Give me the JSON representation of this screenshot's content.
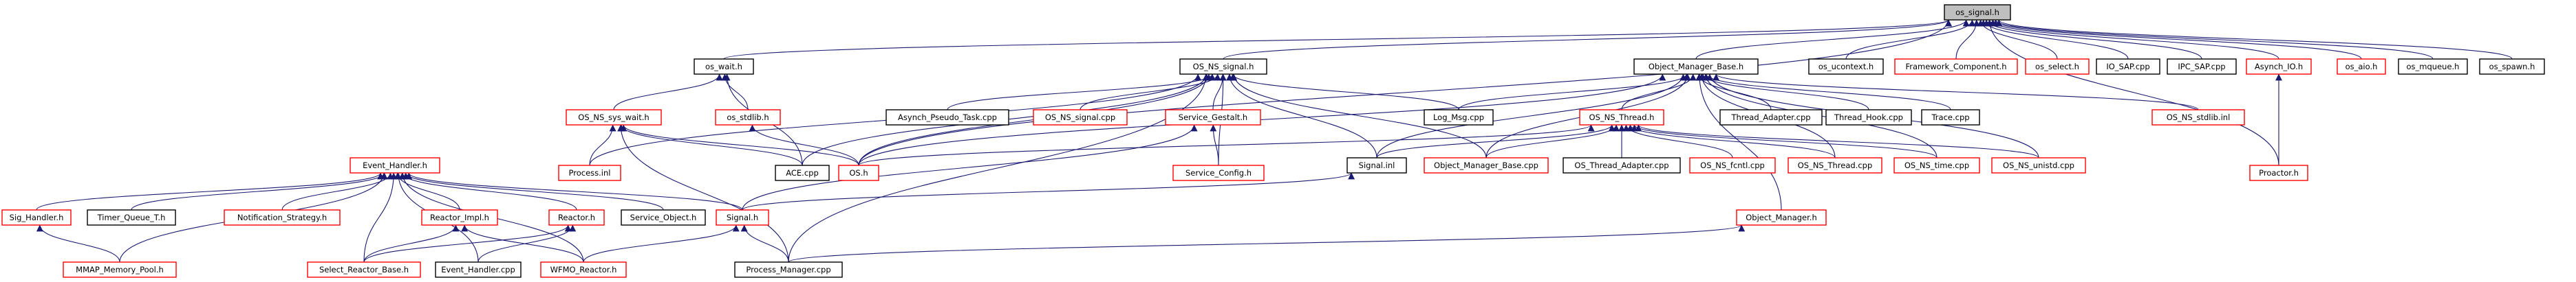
{
  "title": "os_signal.h",
  "colors": {
    "edge": "#191970",
    "root_fill": "#bfbfbf",
    "border_black": "#000000",
    "border_red": "#ff0000",
    "background": "#ffffff"
  },
  "nodes": [
    {
      "id": "os_signal_h",
      "label": "os_signal.h",
      "kind": "root"
    },
    {
      "id": "os_wait_h",
      "label": "os_wait.h",
      "kind": "black"
    },
    {
      "id": "OS_NS_signal_h",
      "label": "OS_NS_signal.h",
      "kind": "black"
    },
    {
      "id": "Object_Manager_Base_h",
      "label": "Object_Manager_Base.h",
      "kind": "black"
    },
    {
      "id": "os_ucontext_h",
      "label": "os_ucontext.h",
      "kind": "black"
    },
    {
      "id": "Framework_Component_h",
      "label": "Framework_Component.h",
      "kind": "red"
    },
    {
      "id": "os_select_h",
      "label": "os_select.h",
      "kind": "red"
    },
    {
      "id": "IO_SAP_cpp",
      "label": "IO_SAP.cpp",
      "kind": "black"
    },
    {
      "id": "IPC_SAP_cpp",
      "label": "IPC_SAP.cpp",
      "kind": "black"
    },
    {
      "id": "Asynch_IO_h",
      "label": "Asynch_IO.h",
      "kind": "red"
    },
    {
      "id": "os_aio_h",
      "label": "os_aio.h",
      "kind": "red"
    },
    {
      "id": "os_mqueue_h",
      "label": "os_mqueue.h",
      "kind": "black"
    },
    {
      "id": "os_spawn_h",
      "label": "os_spawn.h",
      "kind": "black"
    },
    {
      "id": "OS_NS_sys_wait_h",
      "label": "OS_NS_sys_wait.h",
      "kind": "red"
    },
    {
      "id": "os_stdlib_h",
      "label": "os_stdlib.h",
      "kind": "red"
    },
    {
      "id": "Asynch_Pseudo_Task_cpp",
      "label": "Asynch_Pseudo_Task.cpp",
      "kind": "black"
    },
    {
      "id": "OS_NS_signal_cpp",
      "label": "OS_NS_signal.cpp",
      "kind": "red"
    },
    {
      "id": "Service_Gestalt_h",
      "label": "Service_Gestalt.h",
      "kind": "red"
    },
    {
      "id": "Log_Msg_cpp",
      "label": "Log_Msg.cpp",
      "kind": "black"
    },
    {
      "id": "OS_NS_Thread_h",
      "label": "OS_NS_Thread.h",
      "kind": "red"
    },
    {
      "id": "Thread_Adapter_cpp",
      "label": "Thread_Adapter.cpp",
      "kind": "black"
    },
    {
      "id": "Thread_Hook_cpp",
      "label": "Thread_Hook.cpp",
      "kind": "black"
    },
    {
      "id": "Trace_cpp",
      "label": "Trace.cpp",
      "kind": "black"
    },
    {
      "id": "OS_NS_stdlib_inl",
      "label": "OS_NS_stdlib.inl",
      "kind": "red"
    },
    {
      "id": "Proactor_h",
      "label": "Proactor.h",
      "kind": "red"
    },
    {
      "id": "Process_inl",
      "label": "Process.inl",
      "kind": "red"
    },
    {
      "id": "ACE_cpp",
      "label": "ACE.cpp",
      "kind": "black"
    },
    {
      "id": "OS_h",
      "label": "OS.h",
      "kind": "red"
    },
    {
      "id": "Service_Config_h",
      "label": "Service_Config.h",
      "kind": "red"
    },
    {
      "id": "Signal_inl",
      "label": "Signal.inl",
      "kind": "black"
    },
    {
      "id": "Object_Manager_Base_cpp",
      "label": "Object_Manager_Base.cpp",
      "kind": "red"
    },
    {
      "id": "OS_Thread_Adapter_cpp",
      "label": "OS_Thread_Adapter.cpp",
      "kind": "black"
    },
    {
      "id": "OS_NS_fcntl_cpp",
      "label": "OS_NS_fcntl.cpp",
      "kind": "red"
    },
    {
      "id": "OS_NS_Thread_cpp",
      "label": "OS_NS_Thread.cpp",
      "kind": "red"
    },
    {
      "id": "OS_NS_time_cpp",
      "label": "OS_NS_time.cpp",
      "kind": "red"
    },
    {
      "id": "OS_NS_unistd_cpp",
      "label": "OS_NS_unistd.cpp",
      "kind": "red"
    },
    {
      "id": "Event_Handler_h",
      "label": "Event_Handler.h",
      "kind": "red"
    },
    {
      "id": "Sig_Handler_h",
      "label": "Sig_Handler.h",
      "kind": "red"
    },
    {
      "id": "Timer_Queue_T_h",
      "label": "Timer_Queue_T.h",
      "kind": "black"
    },
    {
      "id": "Notification_Strategy_h",
      "label": "Notification_Strategy.h",
      "kind": "red"
    },
    {
      "id": "Reactor_Impl_h",
      "label": "Reactor_Impl.h",
      "kind": "red"
    },
    {
      "id": "Reactor_h",
      "label": "Reactor.h",
      "kind": "red"
    },
    {
      "id": "Service_Object_h",
      "label": "Service_Object.h",
      "kind": "black"
    },
    {
      "id": "Signal_h",
      "label": "Signal.h",
      "kind": "red"
    },
    {
      "id": "Object_Manager_h",
      "label": "Object_Manager.h",
      "kind": "red"
    },
    {
      "id": "MMAP_Memory_Pool_h",
      "label": "MMAP_Memory_Pool.h",
      "kind": "red"
    },
    {
      "id": "Select_Reactor_Base_h",
      "label": "Select_Reactor_Base.h",
      "kind": "red"
    },
    {
      "id": "Event_Handler_cpp",
      "label": "Event_Handler.cpp",
      "kind": "black"
    },
    {
      "id": "WFMO_Reactor_h",
      "label": "WFMO_Reactor.h",
      "kind": "red"
    },
    {
      "id": "Process_Manager_cpp",
      "label": "Process_Manager.cpp",
      "kind": "black"
    }
  ],
  "edges": [
    [
      "os_wait_h",
      "os_signal_h"
    ],
    [
      "OS_NS_signal_h",
      "os_signal_h"
    ],
    [
      "Object_Manager_Base_h",
      "os_signal_h"
    ],
    [
      "os_ucontext_h",
      "os_signal_h"
    ],
    [
      "Framework_Component_h",
      "os_signal_h"
    ],
    [
      "os_select_h",
      "os_signal_h"
    ],
    [
      "IO_SAP_cpp",
      "os_signal_h"
    ],
    [
      "IPC_SAP_cpp",
      "os_signal_h"
    ],
    [
      "Asynch_IO_h",
      "os_signal_h"
    ],
    [
      "os_aio_h",
      "os_signal_h"
    ],
    [
      "os_mqueue_h",
      "os_signal_h"
    ],
    [
      "os_spawn_h",
      "os_signal_h"
    ],
    [
      "OS_h",
      "os_signal_h"
    ],
    [
      "Proactor_h",
      "os_signal_h"
    ],
    [
      "OS_NS_sys_wait_h",
      "os_wait_h"
    ],
    [
      "os_stdlib_h",
      "os_wait_h"
    ],
    [
      "ACE_cpp",
      "os_wait_h"
    ],
    [
      "ACE_cpp",
      "OS_NS_signal_h"
    ],
    [
      "Asynch_Pseudo_Task_cpp",
      "OS_NS_signal_h"
    ],
    [
      "OS_NS_signal_cpp",
      "OS_NS_signal_h"
    ],
    [
      "Service_Gestalt_h",
      "OS_NS_signal_h"
    ],
    [
      "Log_Msg_cpp",
      "OS_NS_signal_h"
    ],
    [
      "OS_h",
      "OS_NS_signal_h"
    ],
    [
      "Signal_inl",
      "OS_NS_signal_h"
    ],
    [
      "Object_Manager_Base_cpp",
      "OS_NS_signal_h"
    ],
    [
      "Process_Manager_cpp",
      "OS_NS_signal_h"
    ],
    [
      "Service_Config_h",
      "OS_NS_signal_h"
    ],
    [
      "Process_inl",
      "OS_NS_signal_h"
    ],
    [
      "OS_NS_Thread_h",
      "Object_Manager_Base_h"
    ],
    [
      "Thread_Adapter_cpp",
      "Object_Manager_Base_h"
    ],
    [
      "Thread_Hook_cpp",
      "Object_Manager_Base_h"
    ],
    [
      "Trace_cpp",
      "Object_Manager_Base_h"
    ],
    [
      "OS_NS_stdlib_inl",
      "Object_Manager_Base_h"
    ],
    [
      "Log_Msg_cpp",
      "Object_Manager_Base_h"
    ],
    [
      "OS_h",
      "Object_Manager_Base_h"
    ],
    [
      "Object_Manager_Base_cpp",
      "Object_Manager_Base_h"
    ],
    [
      "OS_NS_Thread_cpp",
      "Object_Manager_Base_h"
    ],
    [
      "OS_NS_time_cpp",
      "Object_Manager_Base_h"
    ],
    [
      "OS_NS_unistd_cpp",
      "Object_Manager_Base_h"
    ],
    [
      "Object_Manager_h",
      "Object_Manager_Base_h"
    ],
    [
      "Signal_inl",
      "Object_Manager_Base_h"
    ],
    [
      "Proactor_h",
      "Asynch_IO_h"
    ],
    [
      "Process_inl",
      "OS_NS_sys_wait_h"
    ],
    [
      "ACE_cpp",
      "OS_NS_sys_wait_h"
    ],
    [
      "OS_h",
      "OS_NS_sys_wait_h"
    ],
    [
      "Process_Manager_cpp",
      "OS_NS_sys_wait_h"
    ],
    [
      "OS_h",
      "os_stdlib_h"
    ],
    [
      "Service_Config_h",
      "Service_Gestalt_h"
    ],
    [
      "Signal_h",
      "Service_Gestalt_h"
    ],
    [
      "OS_h",
      "OS_NS_Thread_h"
    ],
    [
      "Signal_inl",
      "OS_NS_Thread_h"
    ],
    [
      "Object_Manager_Base_cpp",
      "OS_NS_Thread_h"
    ],
    [
      "OS_Thread_Adapter_cpp",
      "OS_NS_Thread_h"
    ],
    [
      "OS_NS_fcntl_cpp",
      "OS_NS_Thread_h"
    ],
    [
      "OS_NS_Thread_cpp",
      "OS_NS_Thread_h"
    ],
    [
      "OS_NS_time_cpp",
      "OS_NS_Thread_h"
    ],
    [
      "OS_NS_unistd_cpp",
      "OS_NS_Thread_h"
    ],
    [
      "Signal_h",
      "Signal_inl"
    ],
    [
      "Sig_Handler_h",
      "Event_Handler_h"
    ],
    [
      "Timer_Queue_T_h",
      "Event_Handler_h"
    ],
    [
      "Notification_Strategy_h",
      "Event_Handler_h"
    ],
    [
      "Reactor_Impl_h",
      "Event_Handler_h"
    ],
    [
      "Reactor_h",
      "Event_Handler_h"
    ],
    [
      "Service_Object_h",
      "Event_Handler_h"
    ],
    [
      "Signal_h",
      "Event_Handler_h"
    ],
    [
      "MMAP_Memory_Pool_h",
      "Event_Handler_h"
    ],
    [
      "Select_Reactor_Base_h",
      "Event_Handler_h"
    ],
    [
      "Event_Handler_cpp",
      "Event_Handler_h"
    ],
    [
      "WFMO_Reactor_h",
      "Event_Handler_h"
    ],
    [
      "MMAP_Memory_Pool_h",
      "Sig_Handler_h"
    ],
    [
      "Select_Reactor_Base_h",
      "Reactor_Impl_h"
    ],
    [
      "WFMO_Reactor_h",
      "Reactor_Impl_h"
    ],
    [
      "Event_Handler_cpp",
      "Reactor_h"
    ],
    [
      "Select_Reactor_Base_h",
      "Reactor_h"
    ],
    [
      "Process_Manager_cpp",
      "Signal_h"
    ],
    [
      "WFMO_Reactor_h",
      "Signal_h"
    ],
    [
      "Process_Manager_cpp",
      "Object_Manager_h"
    ]
  ]
}
